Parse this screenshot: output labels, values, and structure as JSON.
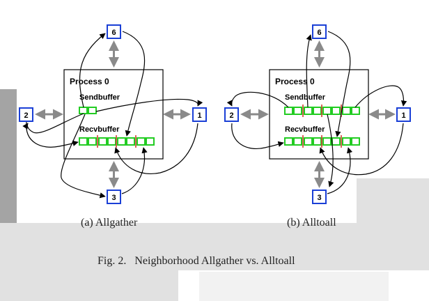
{
  "figure": {
    "caption": "Fig. 2.   Neighborhood Allgather vs. Alltoall"
  },
  "panels": [
    {
      "subcaption": "(a)  Allgather",
      "process_label": "Process 0",
      "sendbuffer_label": "Sendbuffer",
      "recvbuffer_label": "Recvbuffer",
      "neighbors": {
        "top": "6",
        "left": "2",
        "right": "1",
        "bottom": "3"
      },
      "sendbuffer_cells": 1,
      "recvbuffer_cells": 4
    },
    {
      "subcaption": "(b)  Alltoall",
      "process_label": "Process 0",
      "sendbuffer_label": "Sendbuffer",
      "recvbuffer_label": "Recvbuffer",
      "neighbors": {
        "top": "6",
        "left": "2",
        "right": "1",
        "bottom": "3"
      },
      "sendbuffer_cells": 4,
      "recvbuffer_cells": 4
    }
  ],
  "colors": {
    "node_border": "#1a3fd6",
    "buffer_cell": "#22cc22",
    "separator": "#cc3322",
    "double_arrow": "#8a8a8a",
    "gray_side_block": "#a4a4a4",
    "light_block": "#e1e1e1"
  }
}
